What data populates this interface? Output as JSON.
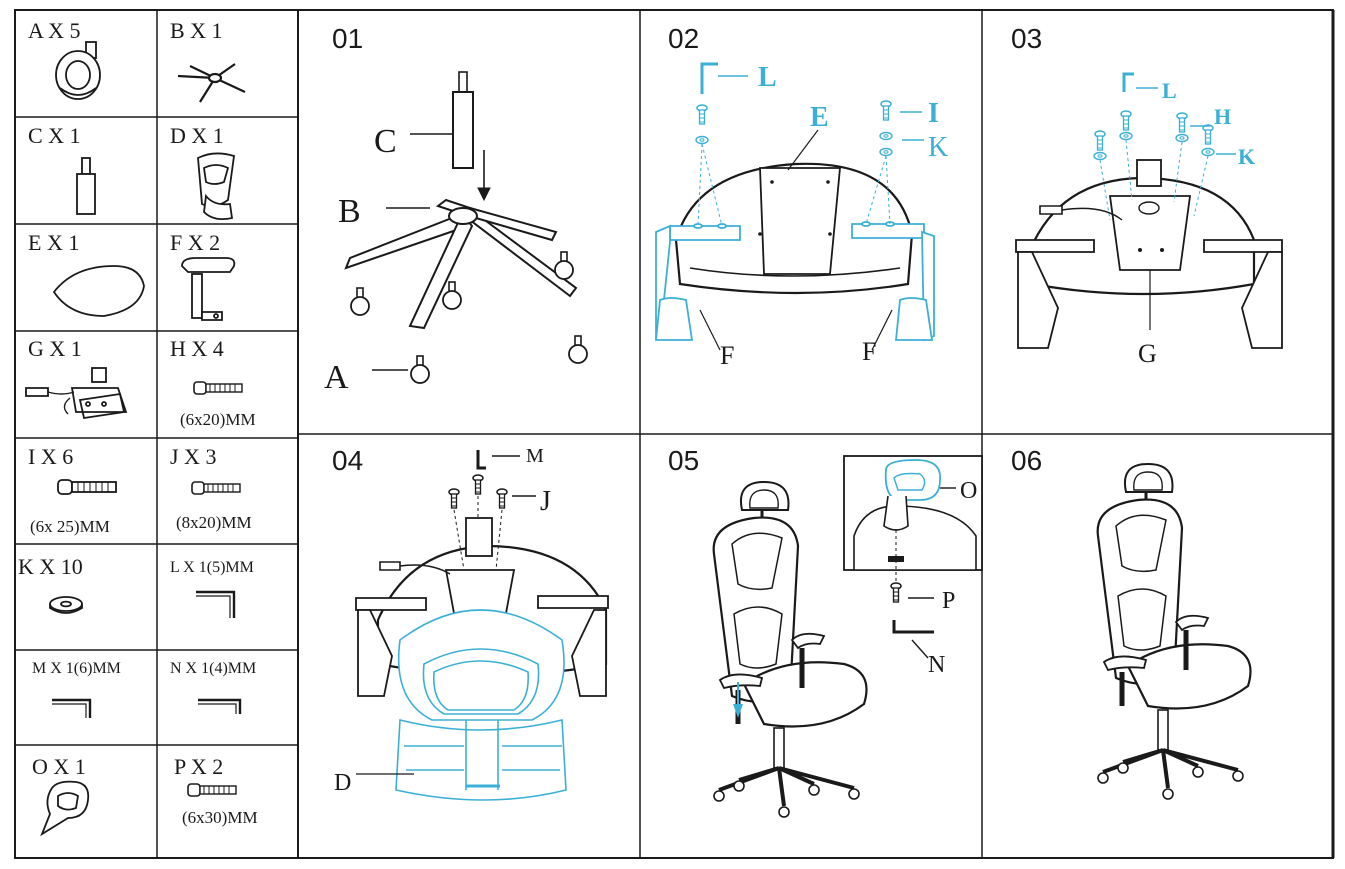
{
  "parts": [
    {
      "key": "A",
      "label": "A X 5",
      "icon": "caster-wheel-icon"
    },
    {
      "key": "B",
      "label": "B X 1",
      "icon": "star-base-icon"
    },
    {
      "key": "C",
      "label": "C X 1",
      "icon": "gas-cylinder-icon"
    },
    {
      "key": "D",
      "label": "D X 1",
      "icon": "mesh-backrest-icon"
    },
    {
      "key": "E",
      "label": "E X 1",
      "icon": "seat-cushion-icon"
    },
    {
      "key": "F",
      "label": "F X 2",
      "icon": "armrest-icon"
    },
    {
      "key": "G",
      "label": "G X 1",
      "icon": "tilt-mechanism-icon"
    },
    {
      "key": "H",
      "label": "H X 4",
      "icon": "bolt-icon",
      "spec": "(6x20)MM"
    },
    {
      "key": "I",
      "label": "I X 6",
      "icon": "long-bolt-icon",
      "spec": "(6x 25)MM"
    },
    {
      "key": "J",
      "label": "J X 3",
      "icon": "bolt-icon",
      "spec": "(8x20)MM"
    },
    {
      "key": "K",
      "label": "K X 10",
      "icon": "washer-icon"
    },
    {
      "key": "L",
      "label": "L X 1(5)MM",
      "icon": "hex-key-icon"
    },
    {
      "key": "M",
      "label": "M X 1(6)MM",
      "icon": "hex-key-icon"
    },
    {
      "key": "N",
      "label": "N X 1(4)MM",
      "icon": "hex-key-icon"
    },
    {
      "key": "O",
      "label": "O X 1",
      "icon": "headrest-bracket-icon"
    },
    {
      "key": "P",
      "label": "P X 2",
      "icon": "bolt-icon",
      "spec": "(6x30)MM"
    }
  ],
  "steps": [
    {
      "number": "01",
      "callouts": [
        "C",
        "B",
        "A"
      ]
    },
    {
      "number": "02",
      "callouts": [
        "L",
        "E",
        "I",
        "K",
        "F",
        "F"
      ]
    },
    {
      "number": "03",
      "callouts": [
        "L",
        "H",
        "K",
        "G"
      ]
    },
    {
      "number": "04",
      "callouts": [
        "M",
        "J",
        "D"
      ]
    },
    {
      "number": "05",
      "callouts": [
        "O",
        "P",
        "N"
      ]
    },
    {
      "number": "06",
      "callouts": []
    }
  ],
  "colors": {
    "line": "#1a1a1a",
    "accent": "#3bb0d6"
  }
}
